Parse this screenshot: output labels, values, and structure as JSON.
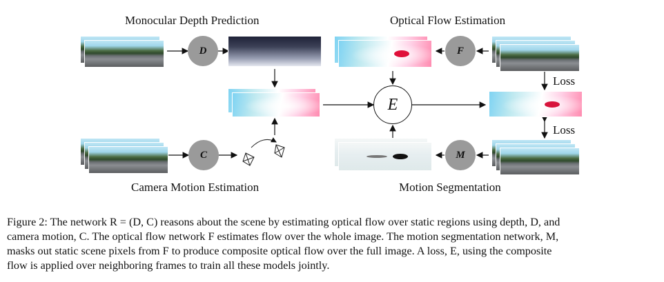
{
  "diagram": {
    "titles": {
      "depth": "Monocular Depth Prediction",
      "flow": "Optical Flow Estimation",
      "camera": "Camera Motion Estimation",
      "segmentation": "Motion Segmentation"
    },
    "nodes": {
      "D": "D",
      "F": "F",
      "C": "C",
      "M": "M",
      "E": "E"
    },
    "loss_labels": [
      "Loss",
      "Loss"
    ]
  },
  "caption": {
    "lines": [
      "Figure 2: The network R = (D, C) reasons about the scene by estimating optical flow over static regions using depth, D, and",
      "camera motion, C. The optical flow network F estimates flow over the whole image. The motion segmentation network, M,",
      "masks out static scene pixels from F to produce composite optical flow over the full image. A loss, E, using the composite",
      "flow is applied over neighboring frames to train all these models jointly."
    ]
  }
}
